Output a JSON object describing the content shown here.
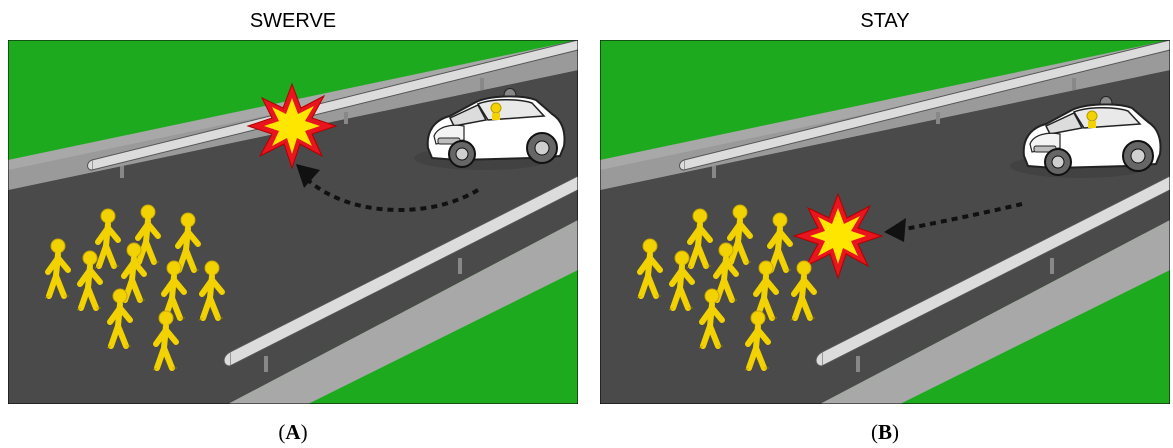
{
  "panels": [
    {
      "id": "A",
      "title": "SWERVE",
      "caption_letter": "A",
      "outcome": "swerve"
    },
    {
      "id": "B",
      "title": "STAY",
      "caption_letter": "B",
      "outcome": "stay"
    }
  ],
  "colors": {
    "grass": "#1eaa1e",
    "road": "#4a4a4a",
    "shoulder": "#a8a8a8",
    "rail": "#d8d8d8",
    "pedestrian": "#f2d200",
    "car": "#ffffff",
    "explosion_outer": "#e8141e",
    "explosion_inner": "#ffe600",
    "arrow": "#111111"
  },
  "icons": [
    "car-icon",
    "pedestrian-icon",
    "collision-burst-icon",
    "trajectory-arrow-icon",
    "guardrail-icon"
  ]
}
